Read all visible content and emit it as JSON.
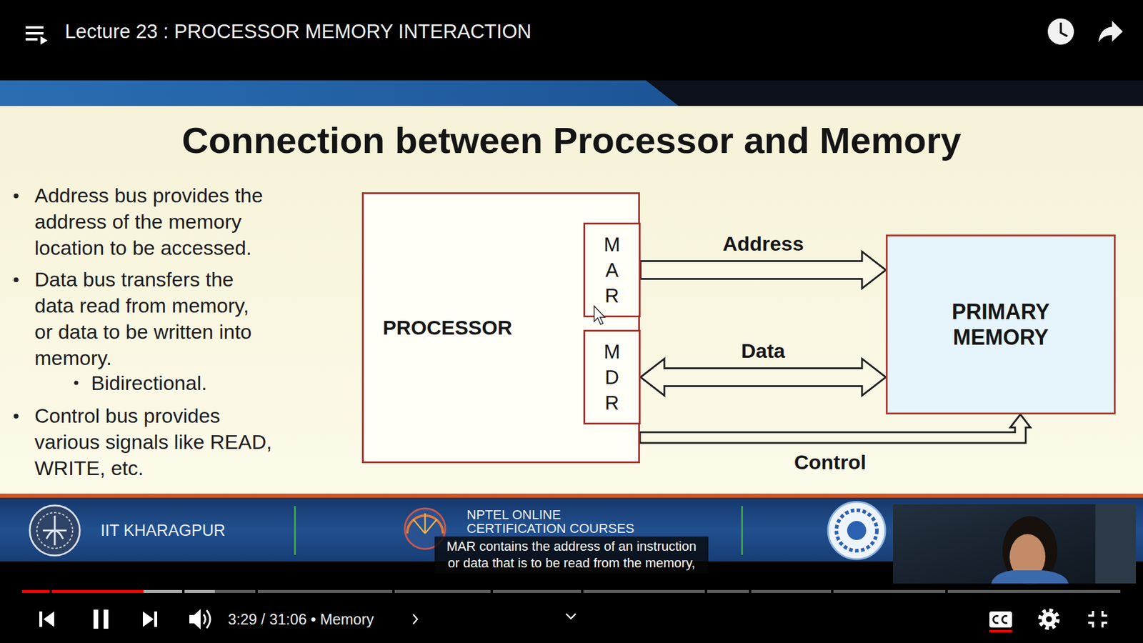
{
  "diagram": {
    "title": "Connection between Processor and Memory",
    "nodes": [
      {
        "text": [
          "PROCESSOR"
        ]
      },
      {
        "text": [
          "M A R"
        ],
        "in": 0
      },
      {
        "text": [
          "M D R"
        ],
        "in": 0
      },
      {
        "text": [
          "PRIMARY MEMORY"
        ]
      }
    ],
    "edges": [
      {
        "from": 1,
        "to": 3,
        "arrow": "to",
        "label": "Address"
      },
      {
        "from": 2,
        "to": 3,
        "arrow": "both",
        "label": "Data"
      },
      {
        "from": 0,
        "to": 3,
        "arrow": "to",
        "label": "Control"
      }
    ],
    "labels": [
      "Lecture 23 : PROCESSOR MEMORY INTERACTION",
      "Address bus provides the address of the memory location to be accessed.",
      "Data bus transfers the data read from memory, or data to be written into memory.",
      "Bidirectional.",
      "Control bus provides various signals like READ, WRITE, etc.",
      "IIT KHARAGPUR",
      "NPTEL ONLINE CERTIFICATION COURSES",
      "MAR contains the address of an instruction or data that is to be read from the memory,",
      "3:29 / 31:06 • Memory"
    ]
  }
}
